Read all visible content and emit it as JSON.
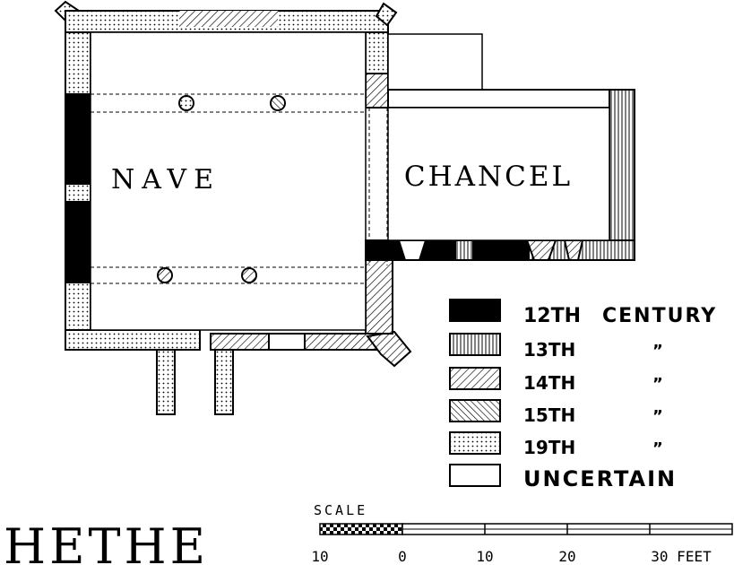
{
  "title": "HETHE",
  "rooms": {
    "nave": "NAVE",
    "chancel": "CHANCEL"
  },
  "legend": [
    {
      "period": "12TH",
      "word": "CENTURY",
      "pattern": "solid"
    },
    {
      "period": "13TH",
      "word": "”",
      "pattern": "vertical"
    },
    {
      "period": "14TH",
      "word": "”",
      "pattern": "diagonal"
    },
    {
      "period": "15TH",
      "word": "”",
      "pattern": "cross-diagonal"
    },
    {
      "period": "19TH",
      "word": "”",
      "pattern": "dotted"
    },
    {
      "period": "",
      "word": "UNCERTAIN",
      "pattern": "blank"
    }
  ],
  "scale": {
    "label": "SCALE",
    "ticks": [
      "10",
      "0",
      "10",
      "20",
      "30 FEET"
    ]
  },
  "colors": {
    "ink": "#000000",
    "paper": "#ffffff"
  }
}
